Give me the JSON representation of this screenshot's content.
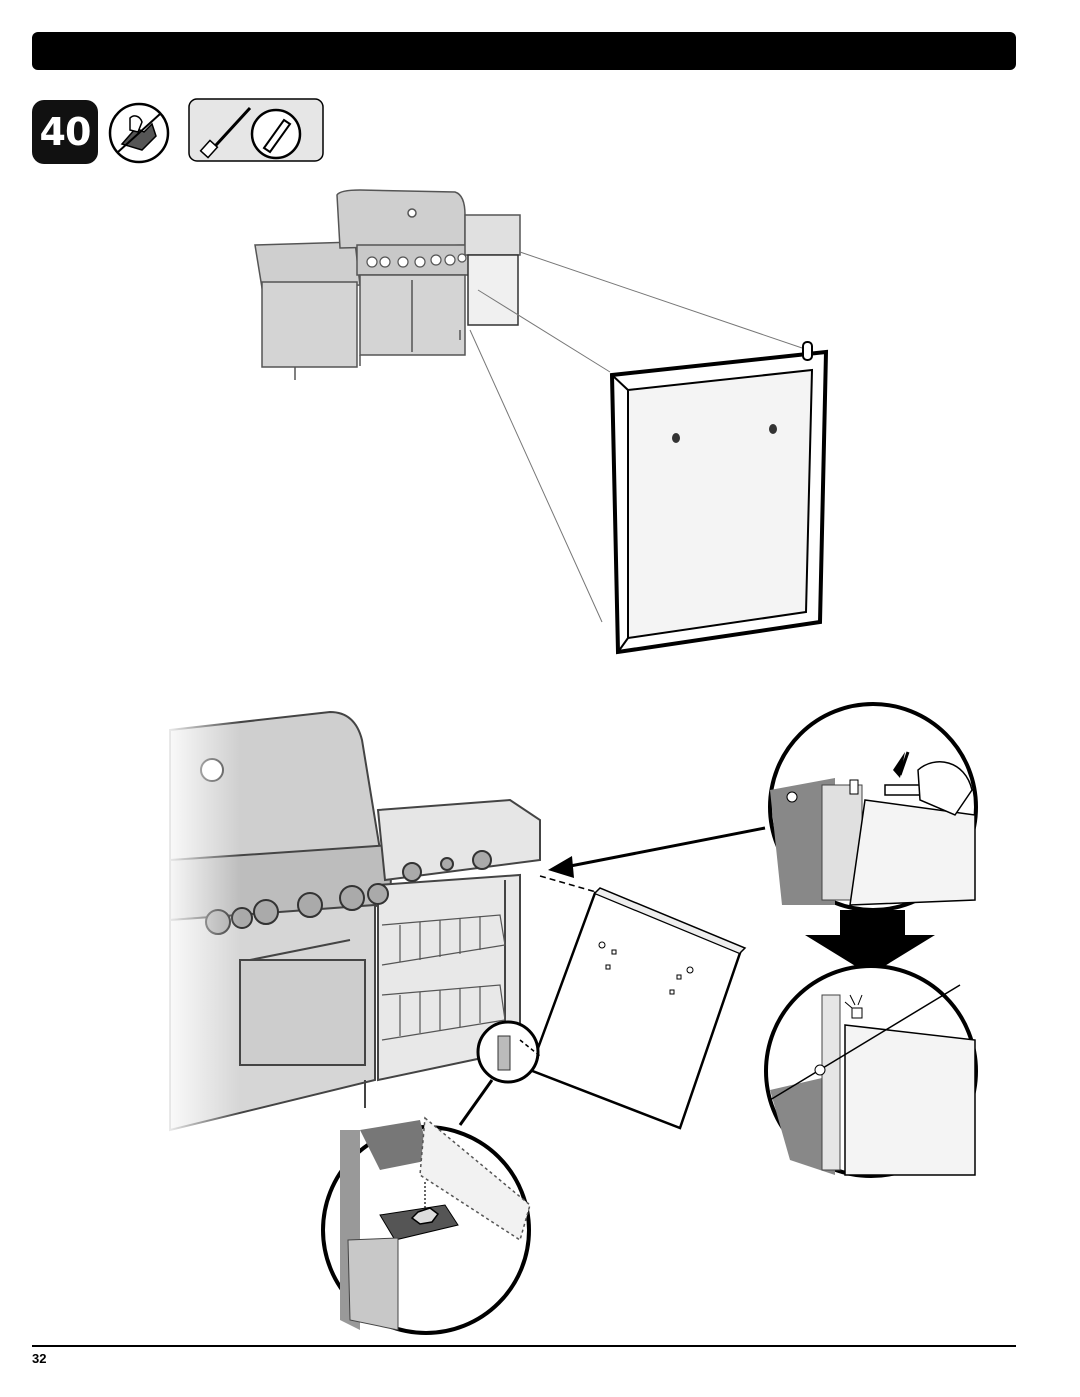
{
  "step": {
    "number": "40"
  },
  "icons": {
    "hands_icon": "gloved-hands-icon",
    "tools_icon": "screwdriver-flathead-icon"
  },
  "illustrations": {
    "top": "grill-overview-with-side-panel-callout",
    "bottom": "door-installation-detail"
  },
  "footer": {
    "page_number": "32"
  }
}
